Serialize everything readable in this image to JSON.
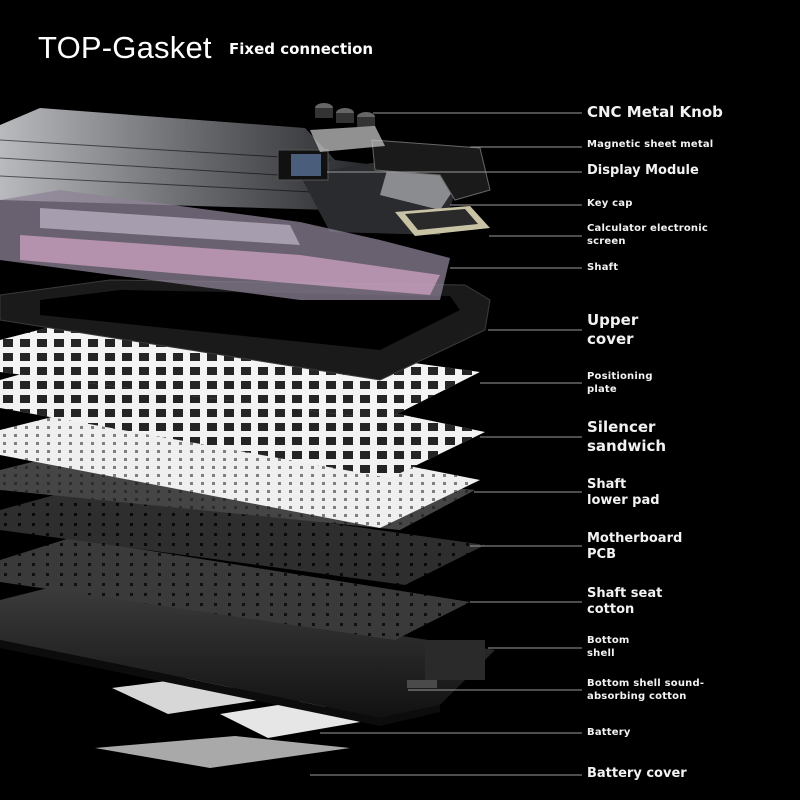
{
  "header": {
    "title": "TOP-Gasket",
    "subtitle": "Fixed connection"
  },
  "components": [
    {
      "id": "knob",
      "label": "CNC Metal Knob"
    },
    {
      "id": "magnetic",
      "label": "Magnetic sheet metal"
    },
    {
      "id": "display",
      "label": "Display Module"
    },
    {
      "id": "keycap",
      "label": "Key cap"
    },
    {
      "id": "calc",
      "label": "Calculator electronic\nscreen"
    },
    {
      "id": "shaft",
      "label": "Shaft"
    },
    {
      "id": "upper",
      "label": "Upper\ncover"
    },
    {
      "id": "plate",
      "label": "Positioning\nplate"
    },
    {
      "id": "silencer",
      "label": "Silencer\nsandwich"
    },
    {
      "id": "lowerpad",
      "label": "Shaft\nlower pad"
    },
    {
      "id": "pcb",
      "label": "Motherboard\nPCB"
    },
    {
      "id": "seat",
      "label": "Shaft seat\ncotton"
    },
    {
      "id": "bottom",
      "label": "Bottom\nshell"
    },
    {
      "id": "absorb",
      "label": "Bottom shell sound-\nabsorbing cotton"
    },
    {
      "id": "battery",
      "label": "Battery"
    },
    {
      "id": "batcover",
      "label": "Battery cover"
    }
  ],
  "colors": {
    "background": "#000000",
    "text": "#ffffff",
    "leader_line": "#9a9a9a",
    "keycap_light": "#9a9ca0",
    "keycap_dark": "#1e1f22",
    "switch_pink": "#d4a6c8",
    "plate_white": "#e8e8e8",
    "pcb_dark": "#3a3a3a"
  }
}
